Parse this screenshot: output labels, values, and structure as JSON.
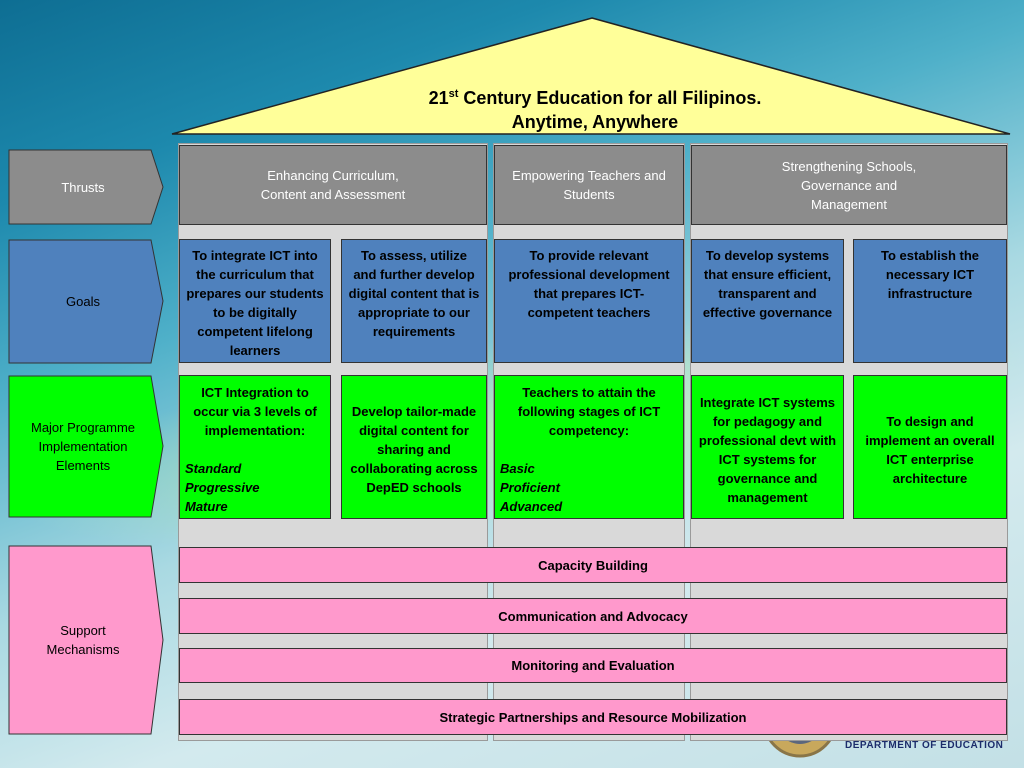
{
  "title": {
    "prefix": "21",
    "sup": "st",
    "line1_rest": " Century Education for  all Filipinos.",
    "line2": "Anytime, Anywhere"
  },
  "rows": {
    "thrusts": "Thrusts",
    "goals": "Goals",
    "elements": "Major Programme Implementation Elements",
    "support": "Support Mechanisms"
  },
  "thrusts": [
    "Enhancing Curriculum, Content and Assessment",
    "Empowering Teachers and Students",
    "Strengthening Schools, Governance and Management"
  ],
  "goals": [
    "To integrate ICT into the curriculum that prepares our students to be digitally competent lifelong learners",
    "To assess, utilize and further develop digital content that is appropriate to our requirements",
    "To provide relevant professional development that prepares ICT-competent teachers",
    "To develop systems that ensure efficient, transparent and effective governance",
    "To establish the necessary ICT infrastructure"
  ],
  "elements": {
    "e1": {
      "text": "ICT Integration to occur via 3 levels of implementation:",
      "levels": [
        "Standard",
        "Progressive",
        "Mature"
      ]
    },
    "e2": {
      "text": "Develop tailor-made digital content for sharing and collaborating across DepED schools"
    },
    "e3": {
      "text": "Teachers to attain the following stages of ICT competency:",
      "levels": [
        "Basic",
        "Proficient",
        "Advanced"
      ]
    },
    "e4": {
      "text": "Integrate ICT systems for pedagogy and professional devt with ICT systems for governance and management"
    },
    "e5": {
      "text": "To design and implement an overall ICT enterprise architecture"
    }
  },
  "support": [
    "Capacity Building",
    "Communication and Advocacy",
    "Monitoring and Evaluation",
    "Strategic Partnerships and Resource Mobilization"
  ],
  "logo": {
    "text": "DEPARTMENT  OF  EDUCATION"
  },
  "colors": {
    "roof": "#ffff99",
    "thrust": "#8c8c8c",
    "goal": "#4f81bd",
    "element": "#00ff00",
    "support": "#ff99cc",
    "pillar": "#d9d9d9"
  }
}
